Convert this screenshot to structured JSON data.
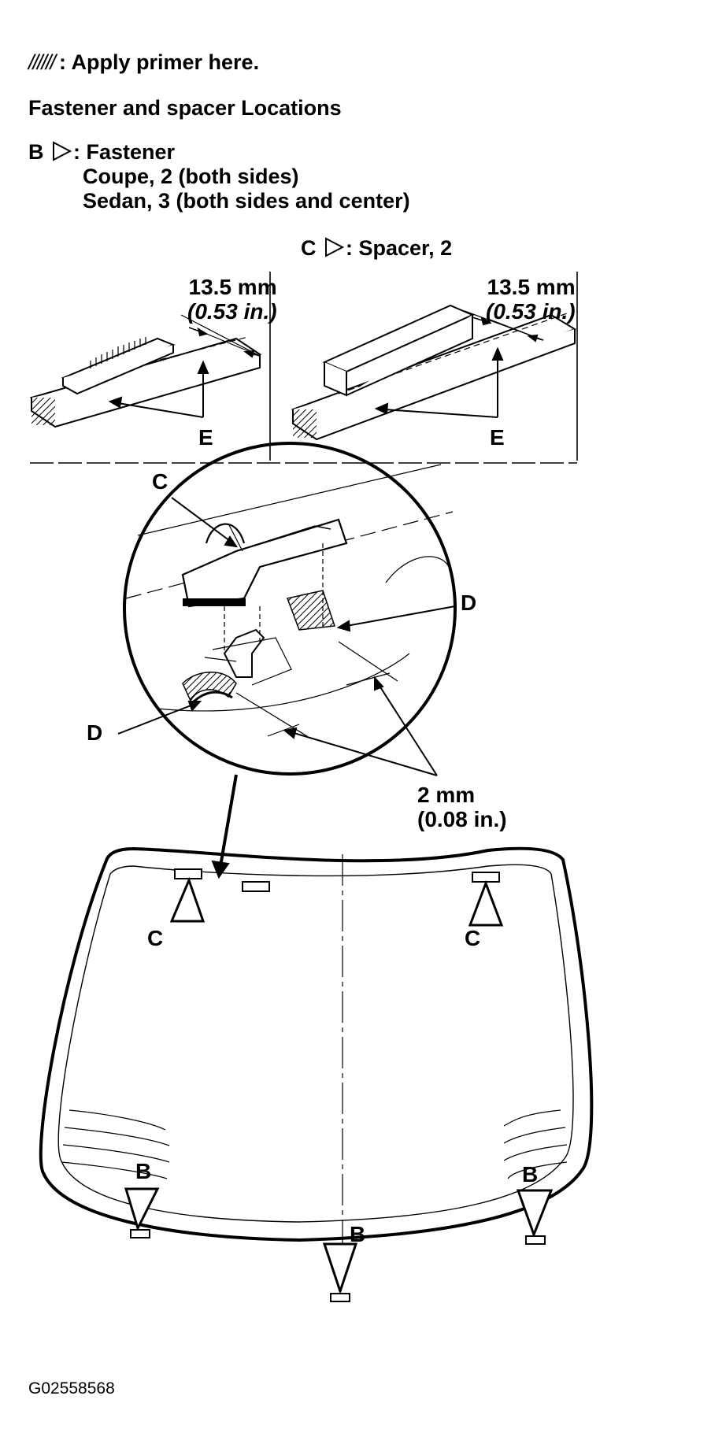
{
  "legend": {
    "symbol_text": "//////",
    "text": ": Apply primer here."
  },
  "heading": "Fastener and spacer Locations",
  "fastener": {
    "letter": "B",
    "text": ": Fastener",
    "coupe": "Coupe, 2 (both sides)",
    "sedan": "Sedan, 3 (both sides and center)"
  },
  "spacer": {
    "letter": "C",
    "text": ": Spacer, 2"
  },
  "detail_left": {
    "dim_mm": "13.5 mm",
    "dim_in": "(0.53 in.)",
    "label": "E"
  },
  "detail_right": {
    "dim_mm": "13.5 mm",
    "dim_in": "(0.53 in.)",
    "label": "E"
  },
  "circle_detail": {
    "label_c": "C",
    "label_d_right": "D",
    "label_d_left": "D"
  },
  "gap_dim": {
    "mm": "2 mm",
    "in": "(0.08 in.)"
  },
  "windshield": {
    "labels_c": [
      "C",
      "C"
    ],
    "labels_b": [
      "B",
      "B",
      "B"
    ]
  },
  "figure_code": "G02558568"
}
